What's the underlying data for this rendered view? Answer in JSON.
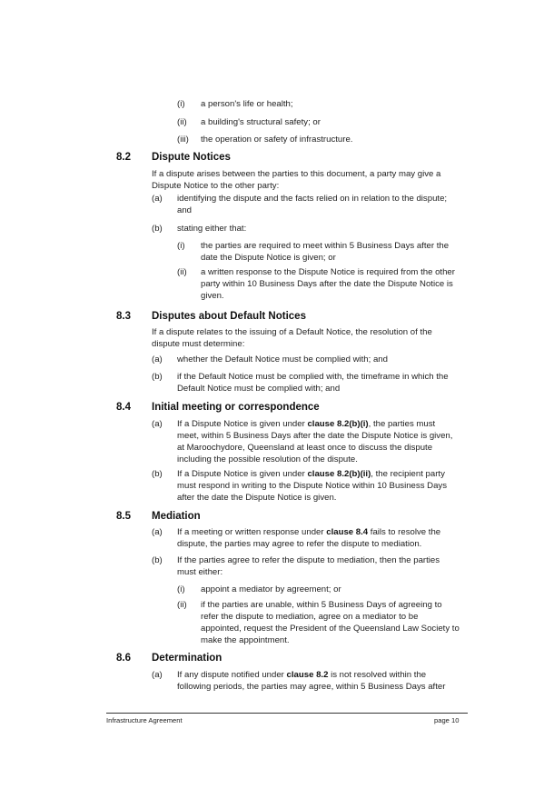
{
  "top_list": [
    {
      "label": "(i)",
      "text": "a person's life or health;"
    },
    {
      "label": "(ii)",
      "text": "a building's structural safety; or"
    },
    {
      "label": "(iii)",
      "text": "the operation or safety of infrastructure."
    }
  ],
  "s82": {
    "num": "8.2",
    "title": "Dispute Notices",
    "intro_l1": "If a dispute arises between the parties to this document, a party may give a",
    "intro_l2": "Dispute Notice to the other party:",
    "a_label": "(a)",
    "a_l1": "identifying the dispute and the facts relied on in relation to the dispute;",
    "a_l2": "and",
    "b_label": "(b)",
    "b_text": "stating either that:",
    "bi_label": "(i)",
    "bi_l1": "the parties are required to meet within 5 Business Days after the",
    "bi_l2": "date the Dispute Notice is given; or",
    "bii_label": "(ii)",
    "bii_l1": "a written response to the Dispute Notice is required from the other",
    "bii_l2": "party within 10 Business Days after the date the Dispute Notice is",
    "bii_l3": "given."
  },
  "s83": {
    "num": "8.3",
    "title": "Disputes about Default Notices",
    "intro_l1": "If a dispute relates to the issuing of a Default Notice, the resolution of the",
    "intro_l2": "dispute must determine:",
    "a_label": "(a)",
    "a_text": "whether the Default Notice must be complied with; and",
    "b_label": "(b)",
    "b_l1": "if the Default Notice must be complied with, the timeframe in which the",
    "b_l2": "Default Notice must be complied with; and"
  },
  "s84": {
    "num": "8.4",
    "title": "Initial meeting or correspondence",
    "a_label": "(a)",
    "a_l1_pre": "If a Dispute Notice is given under ",
    "a_l1_ref": "clause 8.2(b)(i)",
    "a_l1_post": ", the parties must",
    "a_l2": "meet, within 5 Business Days after the date the Dispute Notice is given,",
    "a_l3": "at Maroochydore, Queensland at least once to discuss the dispute",
    "a_l4": "including the possible resolution of the dispute.",
    "b_label": "(b)",
    "b_l1_pre": "If a Dispute Notice is given under ",
    "b_l1_ref": "clause 8.2(b)(ii)",
    "b_l1_post": ", the recipient party",
    "b_l2": "must respond in writing to the Dispute Notice within 10 Business Days",
    "b_l3": "after the date the Dispute Notice is given."
  },
  "s85": {
    "num": "8.5",
    "title": "Mediation",
    "a_label": "(a)",
    "a_l1_pre": "If a meeting or written response under ",
    "a_l1_ref": "clause 8.4",
    "a_l1_post": " fails to resolve the",
    "a_l2": "dispute, the parties may agree to refer the dispute to mediation.",
    "b_label": "(b)",
    "b_l1": "If the parties agree to refer the dispute to mediation, then the parties",
    "b_l2": "must either:",
    "bi_label": "(i)",
    "bi_text": "appoint a mediator by agreement; or",
    "bii_label": "(ii)",
    "bii_l1": "if the parties are unable, within 5 Business Days of agreeing to",
    "bii_l2": "refer the dispute to mediation, agree on a mediator to be",
    "bii_l3": "appointed, request the President of the Queensland Law Society to",
    "bii_l4": "make the appointment."
  },
  "s86": {
    "num": "8.6",
    "title": "Determination",
    "a_label": "(a)",
    "a_l1_pre": "If any dispute notified under ",
    "a_l1_ref": "clause 8.2",
    "a_l1_post": " is not resolved within the",
    "a_l2": "following periods, the parties may agree, within 5 Business Days after"
  },
  "footer": {
    "left": "Infrastructure Agreement",
    "right": "page 10"
  }
}
